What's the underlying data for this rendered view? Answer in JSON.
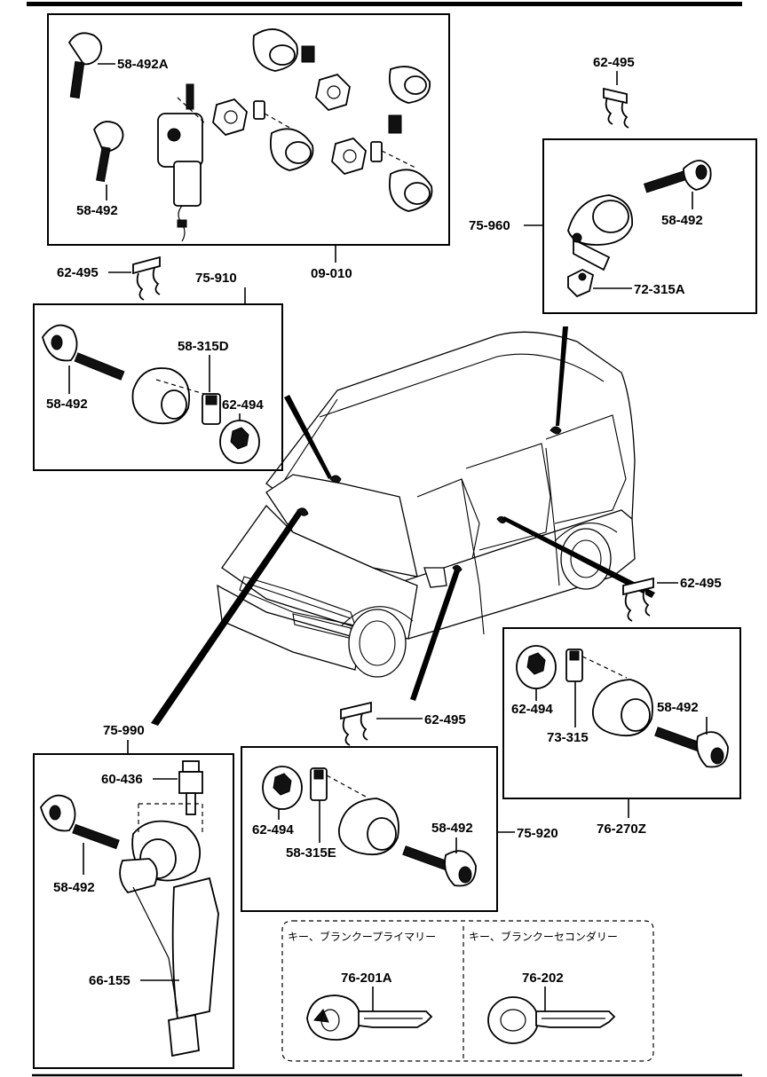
{
  "figure": {
    "blank_key_boxes": {
      "primary_heading": "キー、ブランクープライマリー",
      "secondary_heading": "キー、ブランクーセコンダリー"
    }
  },
  "callouts": {
    "c_58_492A": "58-492A",
    "c_58_492_top": "58-492",
    "c_09_010": "09-010",
    "c_62_495_topright": "62-495",
    "c_75_960": "75-960",
    "c_58_492_rear": "58-492",
    "c_72_315A": "72-315A",
    "c_62_495_left": "62-495",
    "c_75_910": "75-910",
    "c_58_315D": "58-315D",
    "c_62_494_front": "62-494",
    "c_58_492_front": "58-492",
    "c_62_495_side": "62-495",
    "c_62_494_side": "62-494",
    "c_73_315": "73-315",
    "c_58_492_side": "58-492",
    "c_76_270Z": "76-270Z",
    "c_75_990": "75-990",
    "c_60_436": "60-436",
    "c_58_492_ign": "58-492",
    "c_66_155": "66-155",
    "c_62_495_slide": "62-495",
    "c_62_494_slide": "62-494",
    "c_58_315E": "58-315E",
    "c_58_492_slide": "58-492",
    "c_75_920": "75-920",
    "c_76_201A": "76-201A",
    "c_76_202": "76-202"
  }
}
